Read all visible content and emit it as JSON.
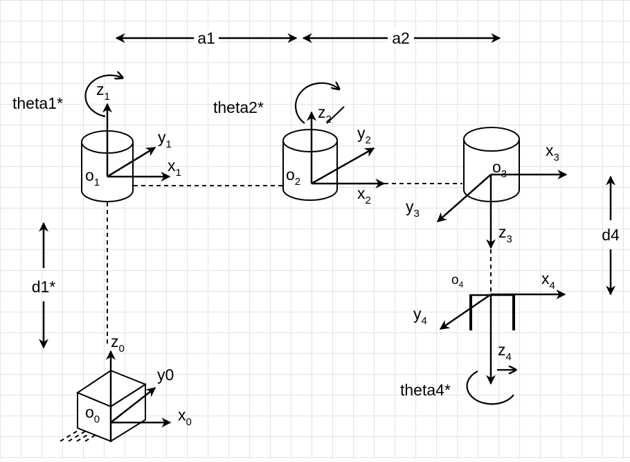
{
  "labels": {
    "a1": "a1",
    "a2": "a2",
    "theta1": "theta1*",
    "theta2": "theta2*",
    "theta4": "theta4*",
    "d1": "d1*",
    "d4": "d4"
  },
  "frame0": {
    "origin": "o",
    "origin_sub": "0",
    "z": "z",
    "z_sub": "0",
    "y": "y0",
    "x": "x",
    "x_sub": "0"
  },
  "frame1": {
    "origin": "o",
    "origin_sub": "1",
    "z": "z",
    "z_sub": "1",
    "y": "y",
    "y_sub": "1",
    "x": "x",
    "x_sub": "1"
  },
  "frame2": {
    "origin": "o",
    "origin_sub": "2",
    "z": "z",
    "z_sub": "2",
    "y": "y",
    "y_sub": "2",
    "x": "x",
    "x_sub": "2"
  },
  "frame3": {
    "origin": "o",
    "origin_sub": "3",
    "z": "z",
    "z_sub": "3",
    "y": "y",
    "y_sub": "3",
    "x": "x",
    "x_sub": "3"
  },
  "frame4": {
    "origin": "o",
    "origin_sub": "4",
    "z": "z",
    "z_sub": "4",
    "y": "y",
    "y_sub": "4",
    "x": "x",
    "x_sub": "4"
  },
  "colors": {
    "grid": "#e3e3e3",
    "stroke": "#000000",
    "background": "#ffffff"
  }
}
